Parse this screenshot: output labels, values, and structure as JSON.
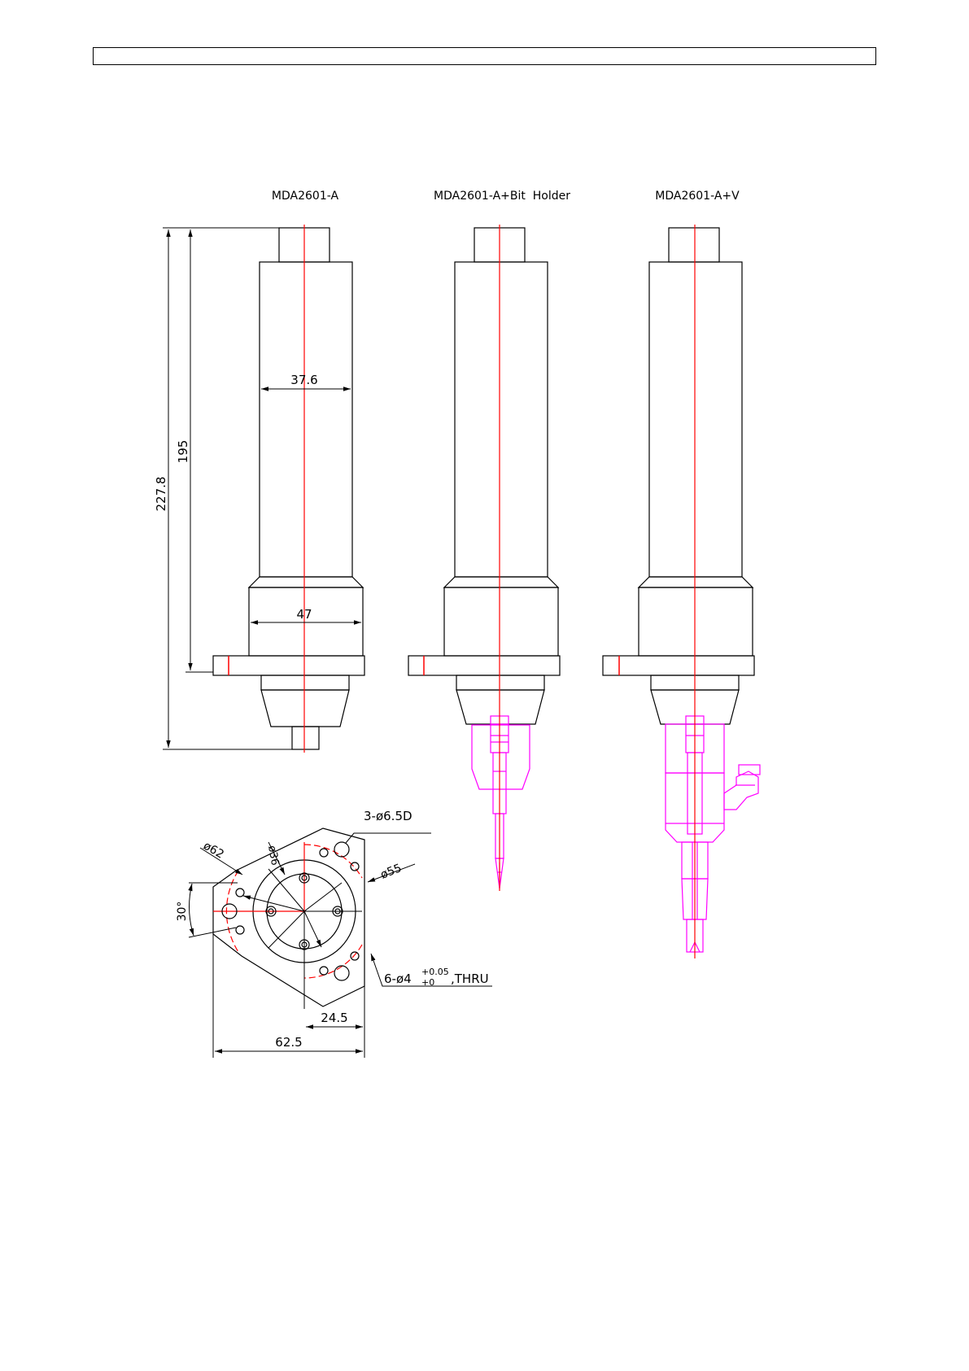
{
  "page": {
    "header_text": ""
  },
  "models": [
    {
      "name": "MDA2601-A"
    },
    {
      "name": "MDA2601-A+Bit  Holder"
    },
    {
      "name": "MDA2601-A+V"
    }
  ],
  "dimensions": {
    "overall_length": "227.8",
    "body_length": "195",
    "body_diameter": "37.6",
    "collar_diameter": "47"
  },
  "flange": {
    "mount_holes": "3-ø6.5D",
    "dia_62": "ø62",
    "dia_36": "ø36",
    "dia_55": "ø55",
    "angle": "30°",
    "thru_holes_prefix": "6-ø4",
    "tol_upper": "+0.05",
    "tol_lower": "+0",
    "thru_suffix": ",THRU",
    "dim_24_5": "24.5",
    "dim_62_5": "62.5"
  },
  "colors": {
    "outline": "#000000",
    "centerline": "#ff0000",
    "accessory": "#ff00ff"
  }
}
